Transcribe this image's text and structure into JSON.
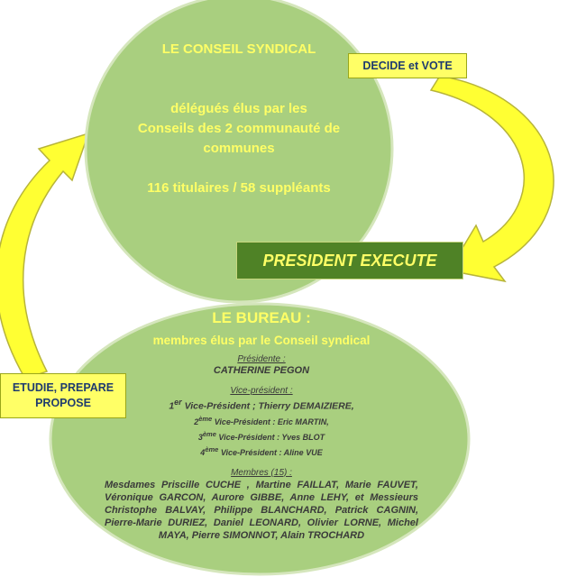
{
  "colors": {
    "circle_fill": "#a9cf7f",
    "circle_stroke": "#d5e6bc",
    "title_text": "#ffff66",
    "body_text": "#3a3a3a",
    "box_yellow": "#ffff66",
    "box_text": "#1f3b6e",
    "president_box": "#4f8226",
    "arrow_fill": "#ffff33",
    "arrow_stroke": "#b7b43a"
  },
  "conseil": {
    "title": "LE CONSEIL SYNDICAL",
    "line1": "délégués élus par les",
    "line2": "Conseils des 2 communauté de",
    "line3": "communes",
    "count": "116 titulaires / 58 suppléants"
  },
  "boxes": {
    "decide": "DECIDE et VOTE",
    "president": "PRESIDENT EXECUTE",
    "etudie_line1": "ETUDIE, PREPARE",
    "etudie_line2": "PROPOSE"
  },
  "bureau": {
    "title": "LE BUREAU :",
    "subtitle": "membres élus par le Conseil syndical",
    "presidente_label": "Présidente :",
    "presidente_name": "CATHERINE PEGON",
    "vp_label": "Vice-président :",
    "vp1_num": "1",
    "vp1_sup": "er",
    "vp1_text": " Vice-Président  ; Thierry DEMAIZIERE,",
    "vp2_num": "2",
    "vp2_sup": "ème",
    "vp2_text": " Vice-Président  : Eric MARTIN,",
    "vp3_num": "3",
    "vp3_sup": "ème",
    "vp3_text": " Vice-Président : Yves BLOT",
    "vp4_num": "4",
    "vp4_sup": "ème",
    "vp4_text": " Vice-Président  : Aline VUE",
    "members_label": "Membres (15) :",
    "members_text": "Mesdames Priscille CUCHE , Martine FAILLAT, Marie FAUVET, Véronique GARCON, Aurore GIBBE, Anne LEHY, et Messieurs Christophe BALVAY, Philippe BLANCHARD, Patrick CAGNIN, Pierre-Marie DURIEZ, Daniel LEONARD, Olivier LORNE, Michel MAYA, Pierre SIMONNOT, Alain TROCHARD"
  }
}
